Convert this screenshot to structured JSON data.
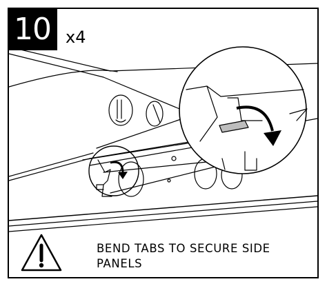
{
  "step": {
    "number": "10",
    "quantity": "x4"
  },
  "instruction": {
    "text": "BEND TABS TO SECURE SIDE PANELS",
    "icon": "warning-triangle-icon"
  },
  "colors": {
    "ink": "#000000",
    "paper": "#ffffff"
  }
}
